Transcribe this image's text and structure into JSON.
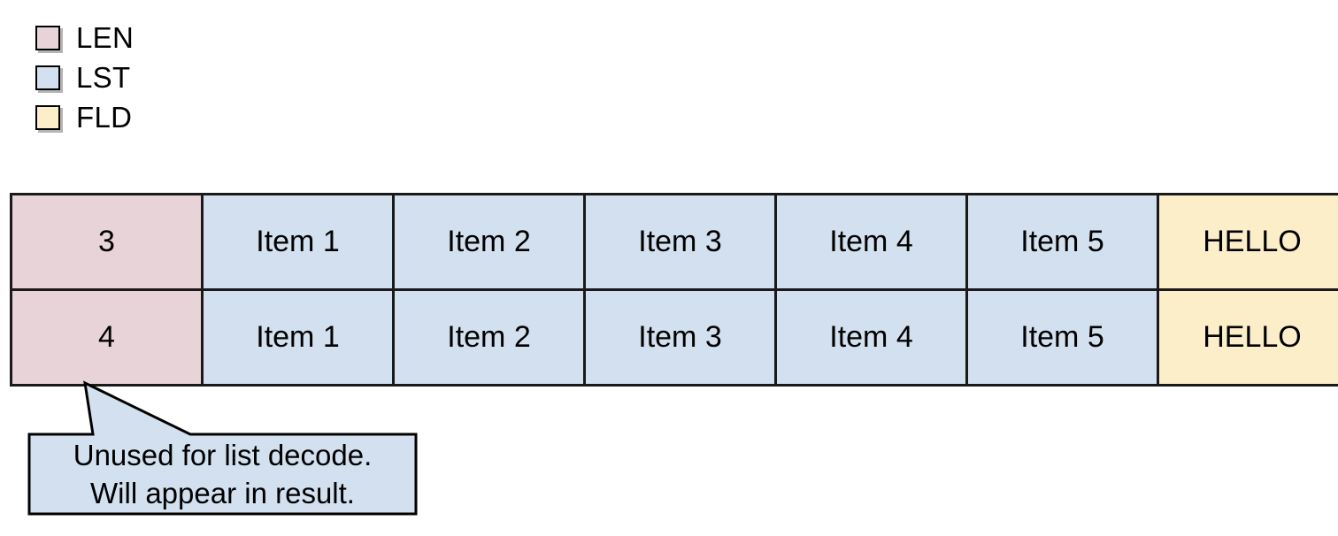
{
  "legend": {
    "items": [
      {
        "label": "LEN",
        "color": "#e8d3d8",
        "icon": "legend-swatch-icon"
      },
      {
        "label": "LST",
        "color": "#d3e0ef",
        "icon": "legend-swatch-icon"
      },
      {
        "label": "FLD",
        "color": "#fbeec9",
        "icon": "legend-swatch-icon"
      }
    ]
  },
  "table": {
    "columns": [
      {
        "key": "len",
        "type": "LEN"
      },
      {
        "key": "item1",
        "type": "LST"
      },
      {
        "key": "item2",
        "type": "LST"
      },
      {
        "key": "item3",
        "type": "LST"
      },
      {
        "key": "item4",
        "type": "LST"
      },
      {
        "key": "item5",
        "type": "LST"
      },
      {
        "key": "fld",
        "type": "FLD"
      }
    ],
    "rows": [
      {
        "len": "3",
        "item1": "Item 1",
        "item2": "Item 2",
        "item3": "Item 3",
        "item4": "Item 4",
        "item5": "Item 5",
        "fld": "HELLO"
      },
      {
        "len": "4",
        "item1": "Item 1",
        "item2": "Item 2",
        "item3": "Item 3",
        "item4": "Item 4",
        "item5": "Item 5",
        "fld": "HELLO"
      }
    ]
  },
  "callout": {
    "line1": "Unused for list decode.",
    "line2": "Will appear in result.",
    "fill": "#d3e0ef",
    "stroke": "#000000"
  },
  "colors": {
    "len": "#e8d3d8",
    "lst": "#d3e0ef",
    "fld": "#fbeec9",
    "border": "#1a1a1a",
    "background": "#ffffff"
  }
}
